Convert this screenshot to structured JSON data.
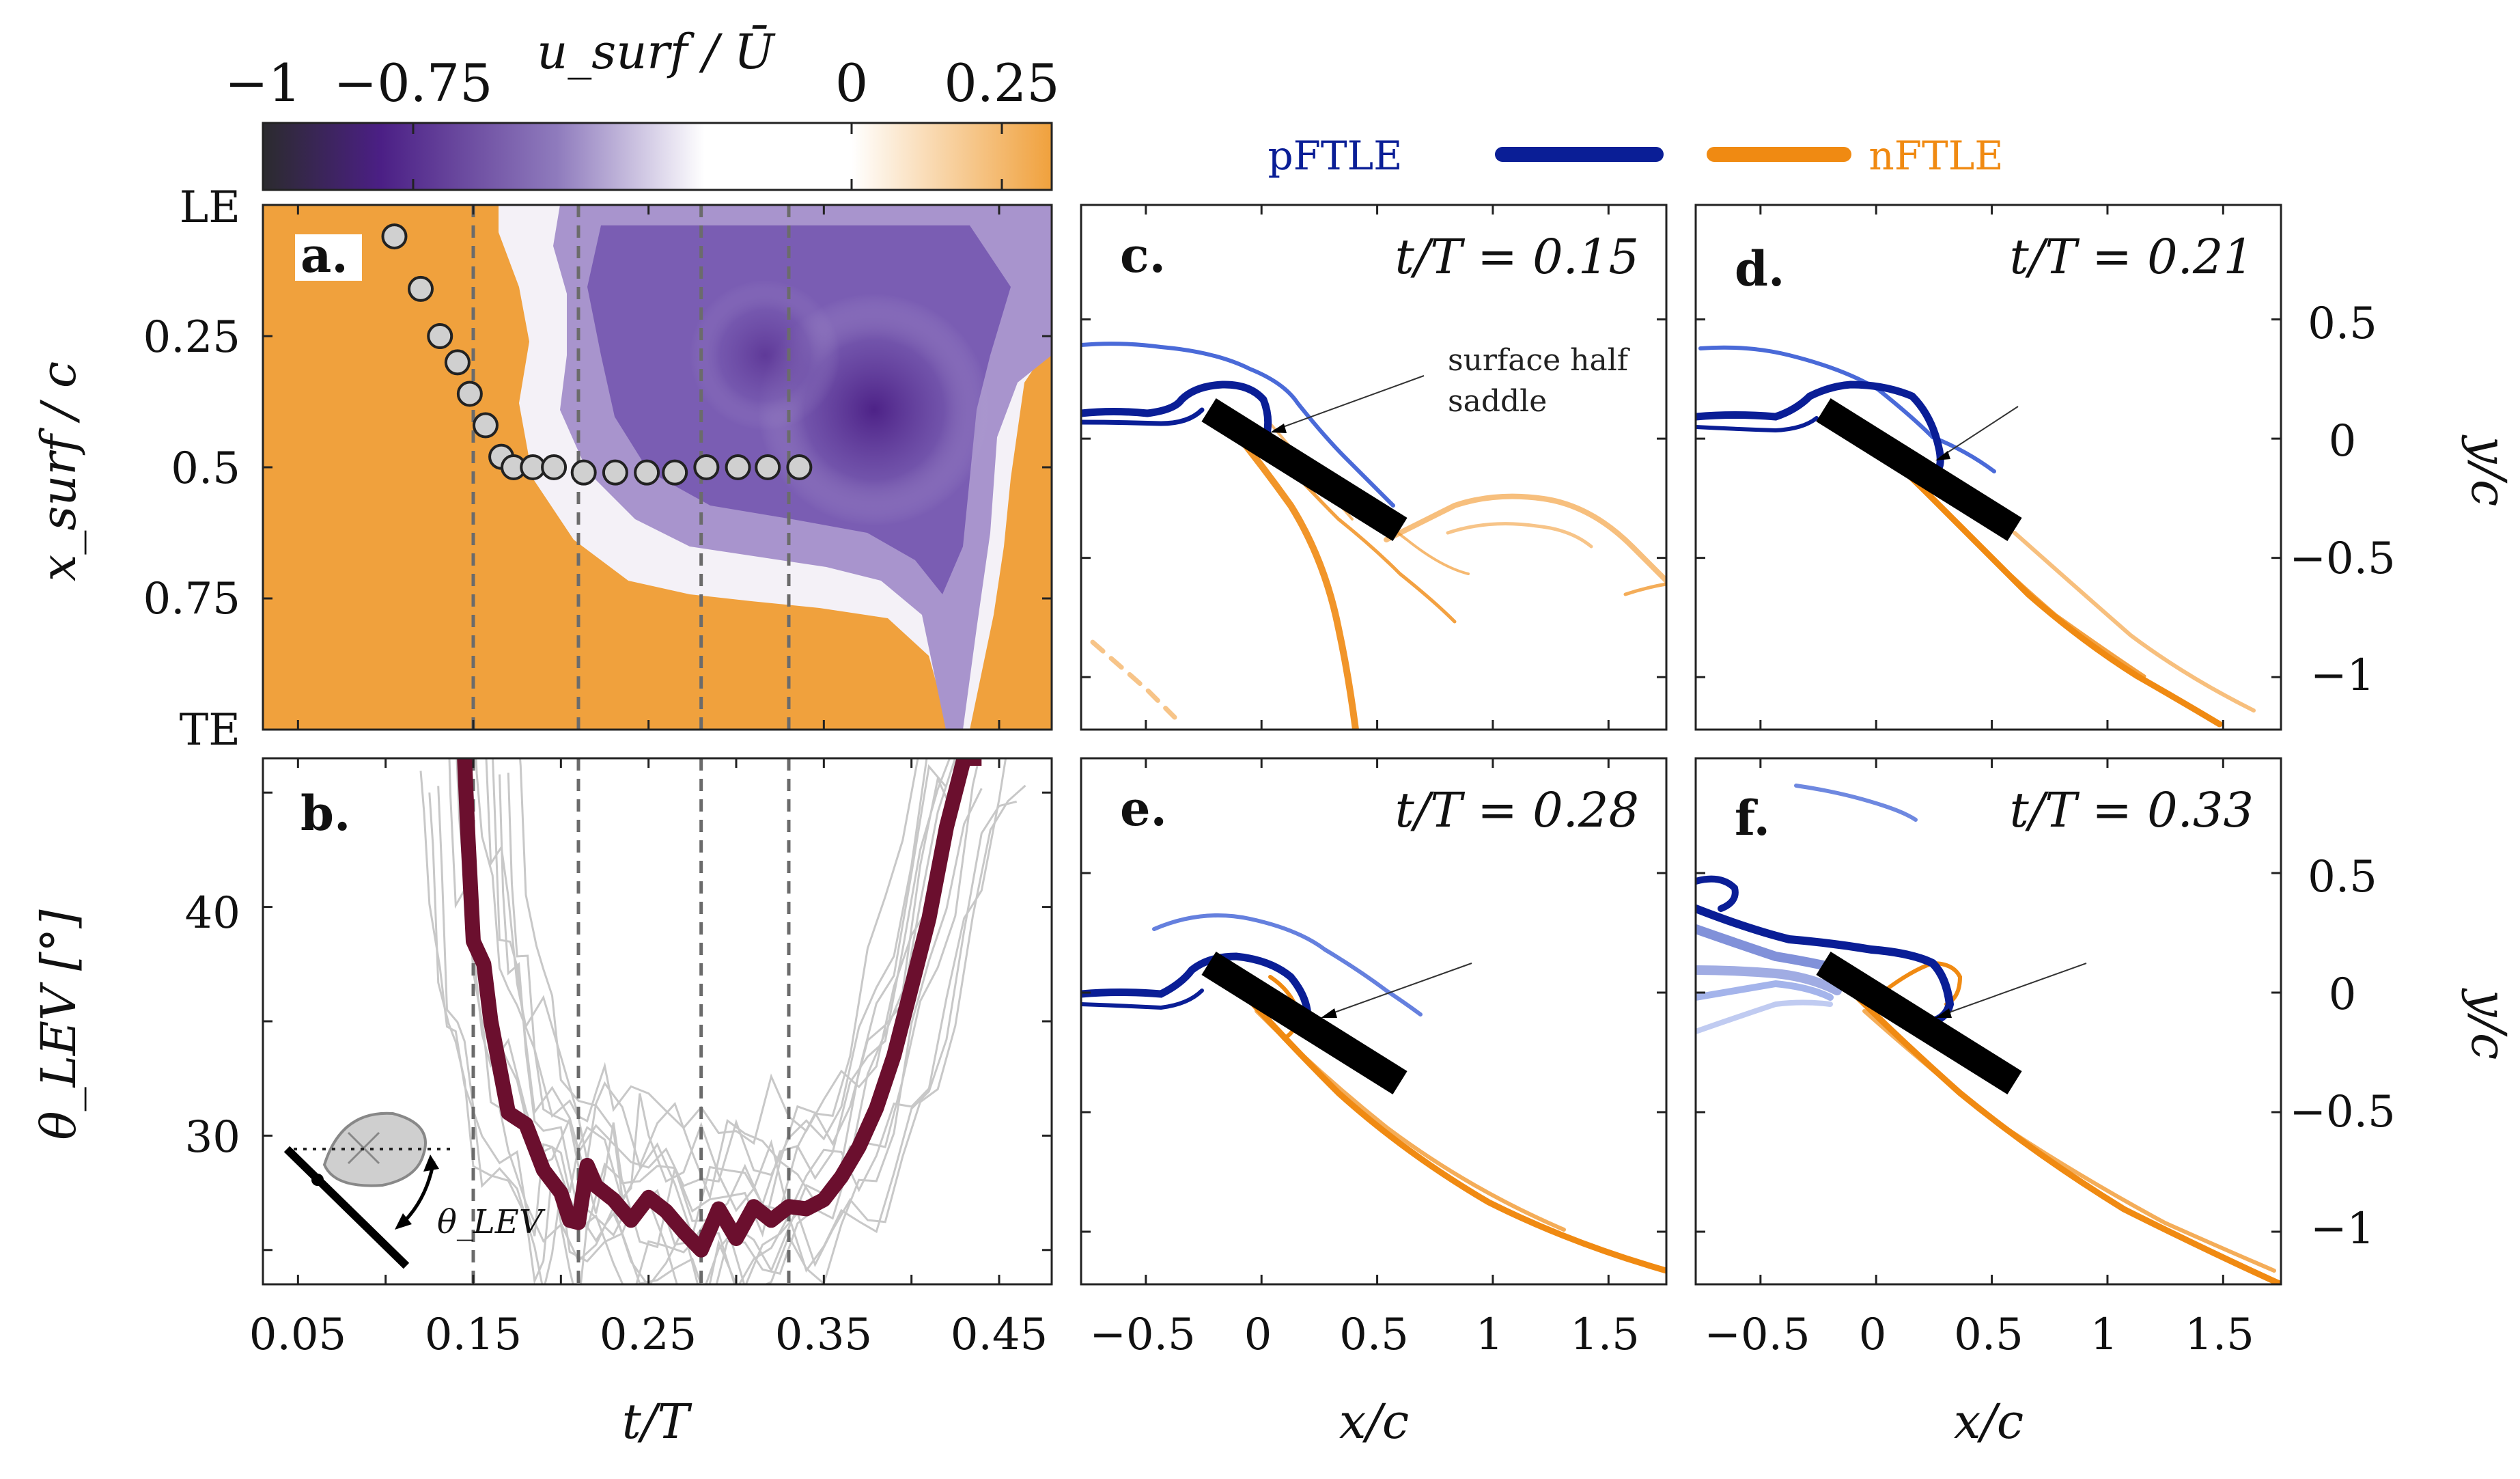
{
  "colors": {
    "orange": "#f0a13d",
    "purple_dark": "#4b1f85",
    "pftle": "#0a1e96",
    "nftle": "#f08a12",
    "theta_thick": "#6b0f2e",
    "theta_thin": "#c8c8c8"
  },
  "colorbar": {
    "label": "u_surf / Ū",
    "ticks": [
      "−1",
      "−0.75",
      "0",
      "0.25"
    ],
    "range": [
      -1,
      0.3
    ]
  },
  "legend": {
    "pftle": "pFTLE",
    "nftle": "nFTLE"
  },
  "chart_data": [
    {
      "panel": "a.",
      "type": "heatmap",
      "xlabel": "",
      "ylabel": "x_surf / c",
      "yticks": [
        "LE",
        "0.25",
        "0.5",
        "0.75",
        "TE"
      ],
      "xlim": [
        0.03,
        0.48
      ],
      "ylim": [
        0,
        1
      ],
      "dashed_lines_tT": [
        0.15,
        0.21,
        0.28,
        0.33
      ],
      "series": [
        {
          "x": [
            0.105,
            0.12,
            0.131,
            0.141,
            0.148,
            0.157,
            0.166,
            0.173,
            0.184,
            0.196,
            0.213,
            0.231,
            0.249,
            0.265,
            0.283,
            0.301,
            0.318,
            0.336
          ],
          "y": [
            0.06,
            0.16,
            0.25,
            0.3,
            0.36,
            0.42,
            0.48,
            0.5,
            0.5,
            0.5,
            0.51,
            0.51,
            0.51,
            0.51,
            0.5,
            0.5,
            0.5,
            0.5
          ]
        }
      ]
    },
    {
      "panel": "b.",
      "type": "line",
      "xlabel": "t/T",
      "ylabel": "θ_LEV [°]",
      "xticks": [
        "0.05",
        "0.15",
        "0.25",
        "0.35",
        "0.45"
      ],
      "yticks": [
        "30",
        "40"
      ],
      "xlim": [
        0.03,
        0.48
      ],
      "ylim": [
        23.5,
        46.5
      ],
      "series": [
        {
          "x": [
            0.145,
            0.147,
            0.15,
            0.156,
            0.16,
            0.165,
            0.17,
            0.18,
            0.19,
            0.2,
            0.205,
            0.21,
            0.215,
            0.22,
            0.23,
            0.24,
            0.25,
            0.26,
            0.27,
            0.28,
            0.29,
            0.3,
            0.31,
            0.32,
            0.33,
            0.34,
            0.35,
            0.36,
            0.37,
            0.38,
            0.39,
            0.4,
            0.41,
            0.42,
            0.43,
            0.44
          ],
          "y": [
            46.5,
            43,
            38.5,
            37.5,
            35,
            33,
            31,
            30.5,
            28.5,
            27.5,
            26.3,
            26.2,
            28.7,
            27.8,
            27.2,
            26.3,
            27.3,
            26.7,
            25.8,
            25.0,
            26.8,
            25.5,
            26.9,
            26.3,
            26.9,
            26.8,
            27.2,
            28.2,
            29.5,
            31.2,
            33.5,
            36.5,
            39.5,
            43.5,
            46.5,
            46.5
          ]
        }
      ],
      "dashed_lines_tT": [
        0.15,
        0.21,
        0.28,
        0.33
      ],
      "inset_label": "θ_LEV"
    },
    {
      "panel": "c.",
      "type": "line",
      "title": "t/T = 0.15",
      "xlim": [
        -0.78,
        1.75
      ],
      "ylim": [
        -1.22,
        0.98
      ],
      "annotation": [
        "surface half",
        "saddle"
      ]
    },
    {
      "panel": "d.",
      "type": "line",
      "title": "t/T = 0.21",
      "xlim": [
        -0.78,
        1.75
      ],
      "ylim": [
        -1.22,
        0.98
      ]
    },
    {
      "panel": "e.",
      "type": "line",
      "title": "t/T = 0.28",
      "xlabel": "x/c",
      "xticks": [
        "−0.5",
        "0",
        "0.5",
        "1",
        "1.5"
      ],
      "xlim": [
        -0.78,
        1.75
      ],
      "ylim": [
        -1.22,
        0.98
      ]
    },
    {
      "panel": "f.",
      "type": "line",
      "title": "t/T = 0.33",
      "xlabel": "x/c",
      "ylabel": "y/c",
      "xticks": [
        "−0.5",
        "0",
        "0.5",
        "1",
        "1.5"
      ],
      "yticks": [
        "0.5",
        "0",
        "−0.5",
        "−1"
      ],
      "xlim": [
        -0.78,
        1.75
      ],
      "ylim": [
        -1.22,
        0.98
      ]
    }
  ]
}
